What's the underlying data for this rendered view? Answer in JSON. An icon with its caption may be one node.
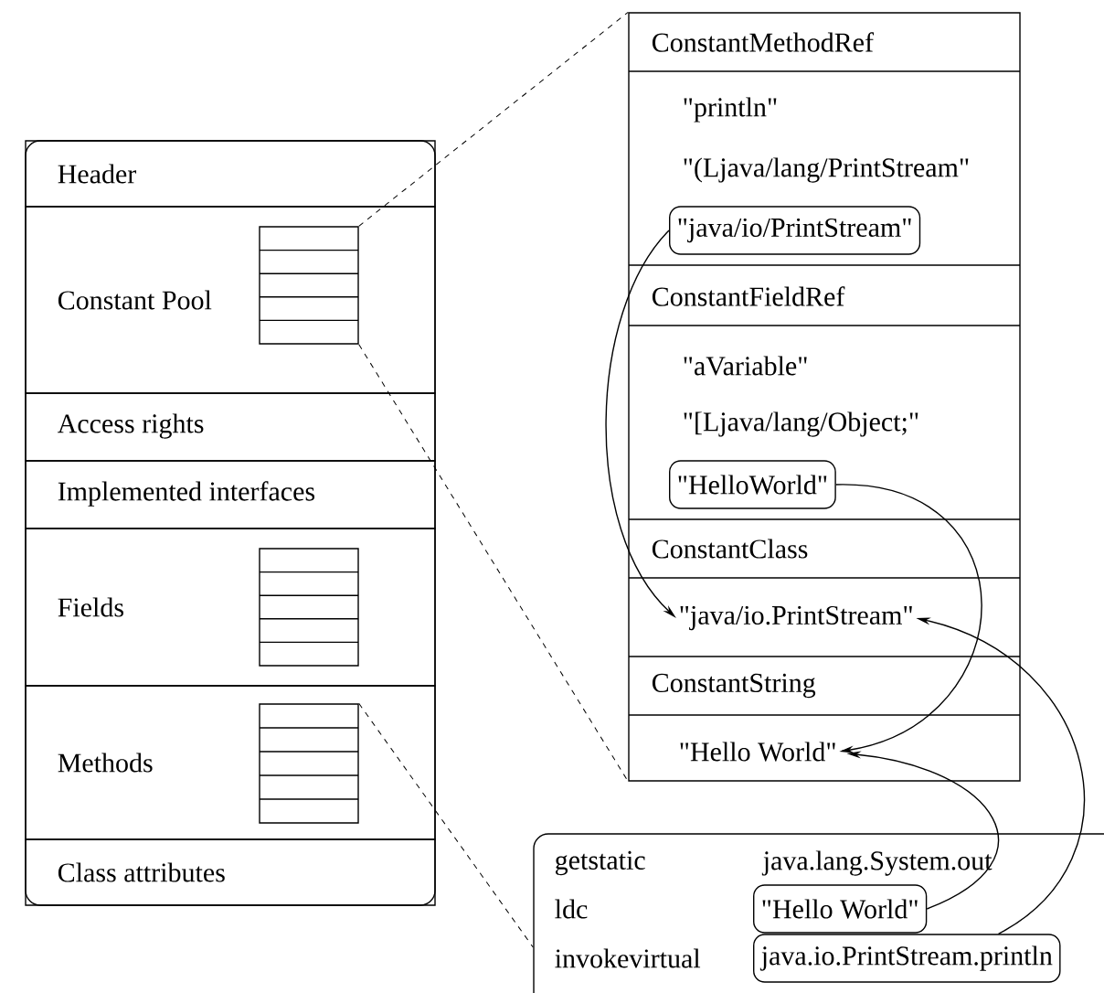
{
  "diagram": {
    "nodes": [
      {
        "text": [],
        "shape": "box"
      },
      {
        "text": [
          "Header"
        ],
        "in": 0
      },
      {
        "text": [
          "Constant Pool"
        ],
        "in": 0
      },
      {
        "text": [],
        "shape": "box",
        "in": 2
      },
      {
        "text": [
          "Access rights"
        ],
        "in": 0
      },
      {
        "text": [
          "Implemented interfaces"
        ],
        "in": 0
      },
      {
        "text": [
          "Fields"
        ],
        "in": 0
      },
      {
        "text": [],
        "shape": "box",
        "in": 6
      },
      {
        "text": [
          "Methods"
        ],
        "in": 0
      },
      {
        "text": [],
        "shape": "box",
        "in": 8
      },
      {
        "text": [
          "Class attributes"
        ],
        "in": 0
      },
      {
        "text": [],
        "shape": "box"
      },
      {
        "text": [
          "\"java/io/PrintStream\""
        ],
        "in": 11
      },
      {
        "text": [
          "\"HelloWorld\""
        ],
        "in": 11
      },
      {
        "text": [
          "\"java/io.PrintStream\""
        ],
        "in": 11
      },
      {
        "text": [
          "\"Hello World\""
        ],
        "in": 11
      },
      {
        "text": [
          "getstatic",
          "java.lang.System.out",
          "ldc",
          "invokevirtual"
        ]
      },
      {
        "text": [
          "\"Hello World\""
        ],
        "in": 16
      },
      {
        "text": [
          "java.io.PrintStream.println"
        ],
        "in": 16
      }
    ],
    "edges": [
      {
        "from": 3,
        "to": 11,
        "arrow": "none",
        "style": "dashed"
      },
      {
        "from": 3,
        "to": 11,
        "arrow": "none",
        "style": "dashed"
      },
      {
        "from": 9,
        "to": 16,
        "arrow": "none",
        "style": "dashed"
      },
      {
        "from": 12,
        "to": 14,
        "arrow": "to"
      },
      {
        "from": 13,
        "to": 15,
        "arrow": "to"
      },
      {
        "from": 17,
        "to": 15,
        "arrow": "to"
      },
      {
        "from": 18,
        "to": 14,
        "arrow": "to"
      }
    ],
    "labels": [
      "ConstantMethodRef",
      "\"println\"",
      "\"(Ljava/lang/PrintStream\"",
      "ConstantFieldRef",
      "\"aVariable\"",
      "\"[Ljava/lang/Object;\"",
      "ConstantClass",
      "ConstantString"
    ]
  }
}
